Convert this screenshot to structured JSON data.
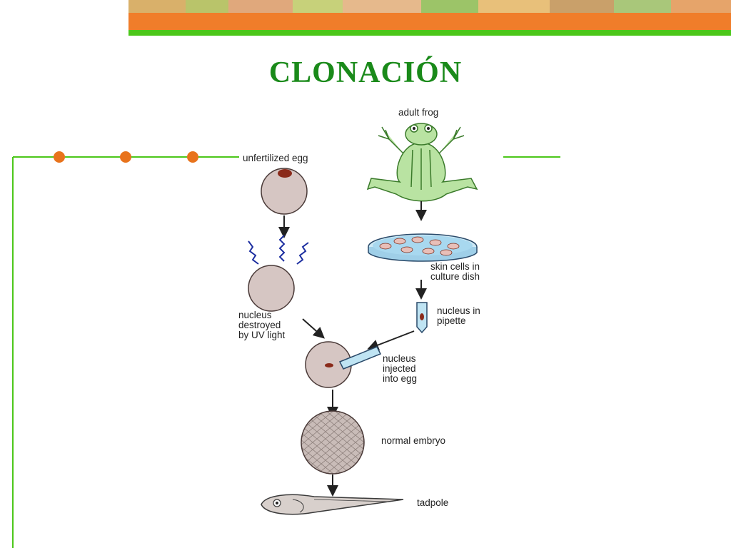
{
  "slide": {
    "title": "CLONACIÓN"
  },
  "colors": {
    "title": "#1a8a1a",
    "accent_green": "#4cc71a",
    "accent_orange": "#f07d2a",
    "bullet": "#e8731c"
  },
  "diagram": {
    "labels": {
      "unfertilized_egg": "unfertilized egg",
      "adult_frog": "adult frog",
      "skin_cells_1": "skin cells in",
      "skin_cells_2": "culture dish",
      "nucleus_destroyed_1": "nucleus",
      "nucleus_destroyed_2": "destroyed",
      "nucleus_destroyed_3": "by UV light",
      "nucleus_pipette_1": "nucleus in",
      "nucleus_pipette_2": "pipette",
      "nucleus_injected_1": "nucleus",
      "nucleus_injected_2": "injected",
      "nucleus_injected_3": "into egg",
      "normal_embryo": "normal embryo",
      "tadpole": "tadpole"
    }
  }
}
